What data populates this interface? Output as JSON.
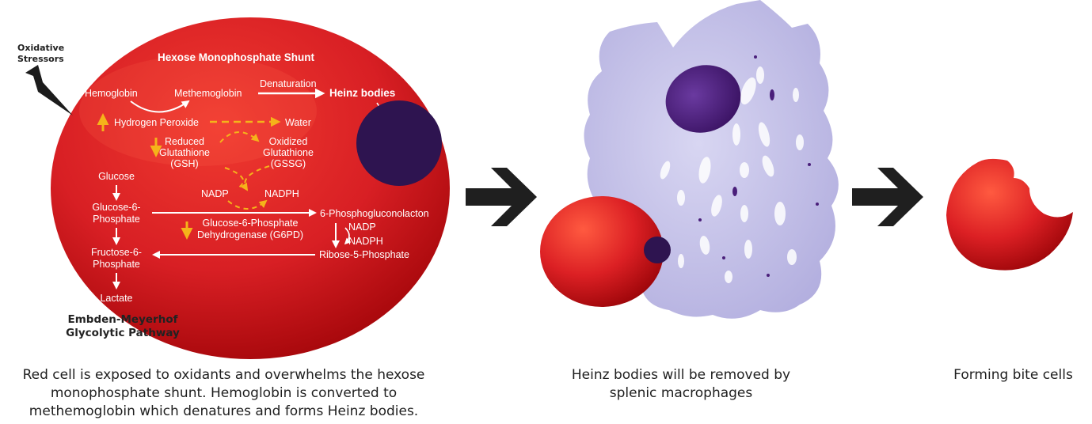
{
  "stressor": [
    "Oxidative",
    "Stressors"
  ],
  "shunt_title": "Hexose Monophosphate Shunt",
  "glycolysis_title": [
    "Embden-Meyerhof",
    "Glycolytic Pathway"
  ],
  "labels": {
    "hemoglobin": "Hemoglobin",
    "methemoglobin": "Methemoglobin",
    "denaturation": "Denaturation",
    "heinz_bodies": "Heinz bodies",
    "hydrogen_peroxide": "Hydrogen Peroxide",
    "water": "Water",
    "reduced_glutathione": [
      "Reduced",
      "Glutathione",
      "(GSH)"
    ],
    "oxidized_glutathione": [
      "Oxidized",
      "Glutathione",
      "(GSSG)"
    ],
    "nadp": "NADP",
    "nadph": "NADPH",
    "glucose": "Glucose",
    "glucose_6_phosphate": [
      "Glucose-6-",
      "Phosphate"
    ],
    "fructose_6_phosphate": [
      "Fructose-6-",
      "Phosphate"
    ],
    "lactate": "Lactate",
    "g6pd": [
      "Glucose-6-Phosphate",
      "Dehydrogenase (G6PD)"
    ],
    "phosphogluconolacton": "6-Phosphogluconolacton",
    "nadp_small": "NADP",
    "nadph_small": "NADPH",
    "ribose_5_phosphate": "Ribose-5-Phosphate"
  },
  "captions": {
    "left": [
      "Red cell is exposed to oxidants and overwhelms the hexose",
      "monophosphate shunt. Hemoglobin is converted to",
      "methemoglobin which denatures and forms Heinz bodies."
    ],
    "middle": [
      "Heinz bodies will be removed by",
      "splenic macrophages"
    ],
    "right": [
      "Forming bite cells"
    ]
  },
  "colors": {
    "rbc": "#d81f24",
    "rbc_dark": "#a8080c",
    "heinz": "#2e1450",
    "macrophage": "#c9c6e8",
    "nucleus": "#4a1f7a",
    "yellow_arrow": "#f5b31a",
    "white_arrow": "#ffffff",
    "chevron": "#1f1f1f"
  }
}
